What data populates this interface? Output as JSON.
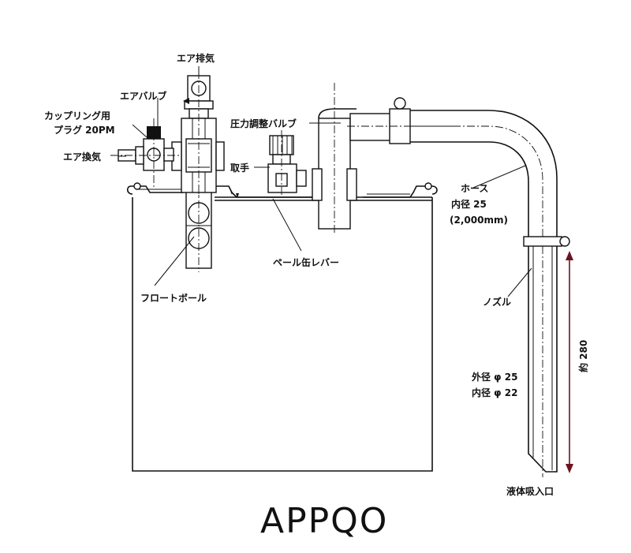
{
  "labels": {
    "air_exhaust": "エア排気",
    "air_valve": "エアバルブ",
    "coupling_plug_1": "カップリング用",
    "coupling_plug_2": "プラグ 20PM",
    "air_exchange": "エア換気",
    "pressure_valve": "圧力調整バルブ",
    "handle": "取手",
    "hose_1": "ホース",
    "hose_2": "内径 25",
    "hose_3": "(2,000mm)",
    "pail_lever": "ペール缶レバー",
    "float_ball": "フロートボール",
    "nozzle": "ノズル",
    "length": "約 280",
    "outer_dia": "外径 φ 25",
    "inner_dia": "内径 φ 22",
    "liquid_inlet": "液体吸入口"
  },
  "brand": "APPQO",
  "colors": {
    "line": "#111111",
    "dimension": "#6b1420"
  }
}
